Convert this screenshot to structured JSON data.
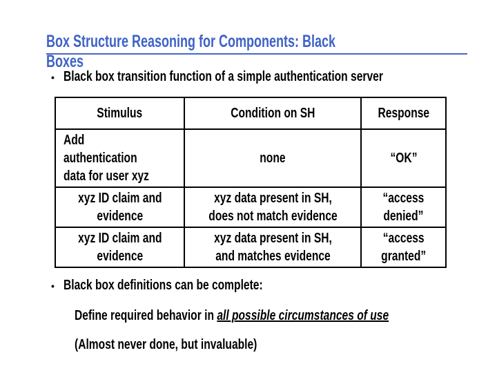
{
  "slide": {
    "title": "Box Structure Reasoning for Components: Black Boxes",
    "bullet_marker": "•",
    "bullet1": "Black box transition function of a simple authentication server",
    "bullet2": "Black box definitions can be complete:",
    "definition_prefix": "Define required behavior in ",
    "definition_emphasis": "all possible circumstances of use",
    "note": "(Almost never done, but invaluable)"
  },
  "table": {
    "headers": [
      "Stimulus",
      "Condition on SH",
      "Response"
    ],
    "rows": [
      [
        "Add authentication\ndata for user xyz",
        "none",
        "“OK”"
      ],
      [
        "xyz ID claim and\nevidence",
        "xyz data present in SH,\ndoes not match evidence",
        "“access\ndenied”"
      ],
      [
        "xyz ID claim and\nevidence",
        "xyz data present in SH,\nand matches evidence",
        "“access\ngranted”"
      ]
    ]
  },
  "colors": {
    "title_text": "#3e63c7",
    "title_rule": "#4668c4",
    "body_text": "#000000",
    "table_border": "#000000",
    "background": "#ffffff"
  }
}
